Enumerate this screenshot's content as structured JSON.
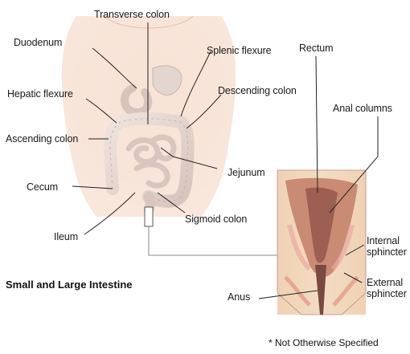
{
  "figure": {
    "title": "Small and Large Intestine",
    "footnote": "* Not Otherwise Specified",
    "labels": {
      "transverse_colon": "Transverse colon",
      "duodenum": "Duodenum",
      "splenic_flexure": "Splenic flexure",
      "rectum": "Rectum",
      "hepatic_flexure": "Hepatic flexure",
      "descending_colon": "Descending colon",
      "anal_columns": "Anal columns",
      "ascending_colon": "Ascending colon",
      "jejunum": "Jejunum",
      "cecum": "Cecum",
      "sigmoid_colon": "Sigmoid colon",
      "ileum": "Ileum",
      "internal_sphincter_1": "Internal",
      "internal_sphincter_2": "sphincter",
      "external_sphincter_1": "External",
      "external_sphincter_2": "sphincter",
      "anus": "Anus"
    }
  },
  "colors": {
    "skin": "#f4d6c4",
    "organ": "#e6d8d2",
    "organ_shadow": "#c9b3ab",
    "rectum_bg": "#f0c9a8",
    "rectum_tissue": "#c98b74",
    "rectum_inner": "#9c5f52",
    "line": "#222222"
  }
}
